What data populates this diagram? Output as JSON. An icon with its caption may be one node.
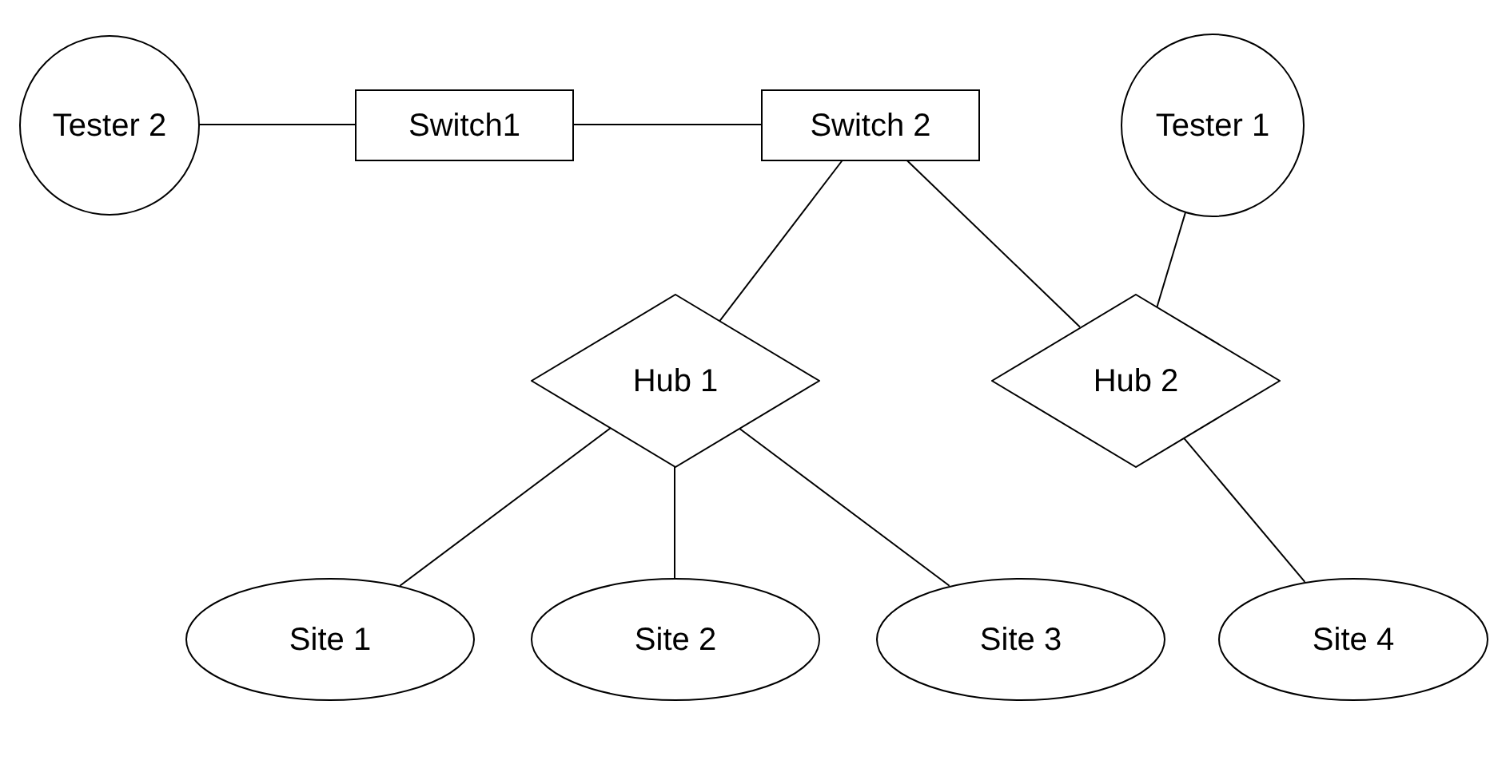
{
  "diagram": {
    "nodes": [
      {
        "text": [
          "Tester 2"
        ]
      },
      {
        "text": [
          "Switch1"
        ]
      },
      {
        "text": [
          "Switch 2"
        ]
      },
      {
        "text": [
          "Tester 1"
        ]
      },
      {
        "text": [
          "Hub 1"
        ]
      },
      {
        "text": [
          "Hub 2"
        ]
      },
      {
        "text": [
          "Site 1"
        ]
      },
      {
        "text": [
          "Site 2"
        ]
      },
      {
        "text": [
          "Site 3"
        ]
      },
      {
        "text": [
          "Site 4"
        ]
      }
    ],
    "edges": [
      {
        "from": 0,
        "to": 1,
        "arrow": "none"
      },
      {
        "from": 1,
        "to": 2,
        "arrow": "none"
      },
      {
        "from": 2,
        "to": 4,
        "arrow": "none"
      },
      {
        "from": 2,
        "to": 5,
        "arrow": "none"
      },
      {
        "from": 3,
        "to": 5,
        "arrow": "none"
      },
      {
        "from": 4,
        "to": 6,
        "arrow": "none"
      },
      {
        "from": 4,
        "to": 7,
        "arrow": "none"
      },
      {
        "from": 4,
        "to": 8,
        "arrow": "none"
      },
      {
        "from": 5,
        "to": 9,
        "arrow": "none"
      }
    ]
  }
}
